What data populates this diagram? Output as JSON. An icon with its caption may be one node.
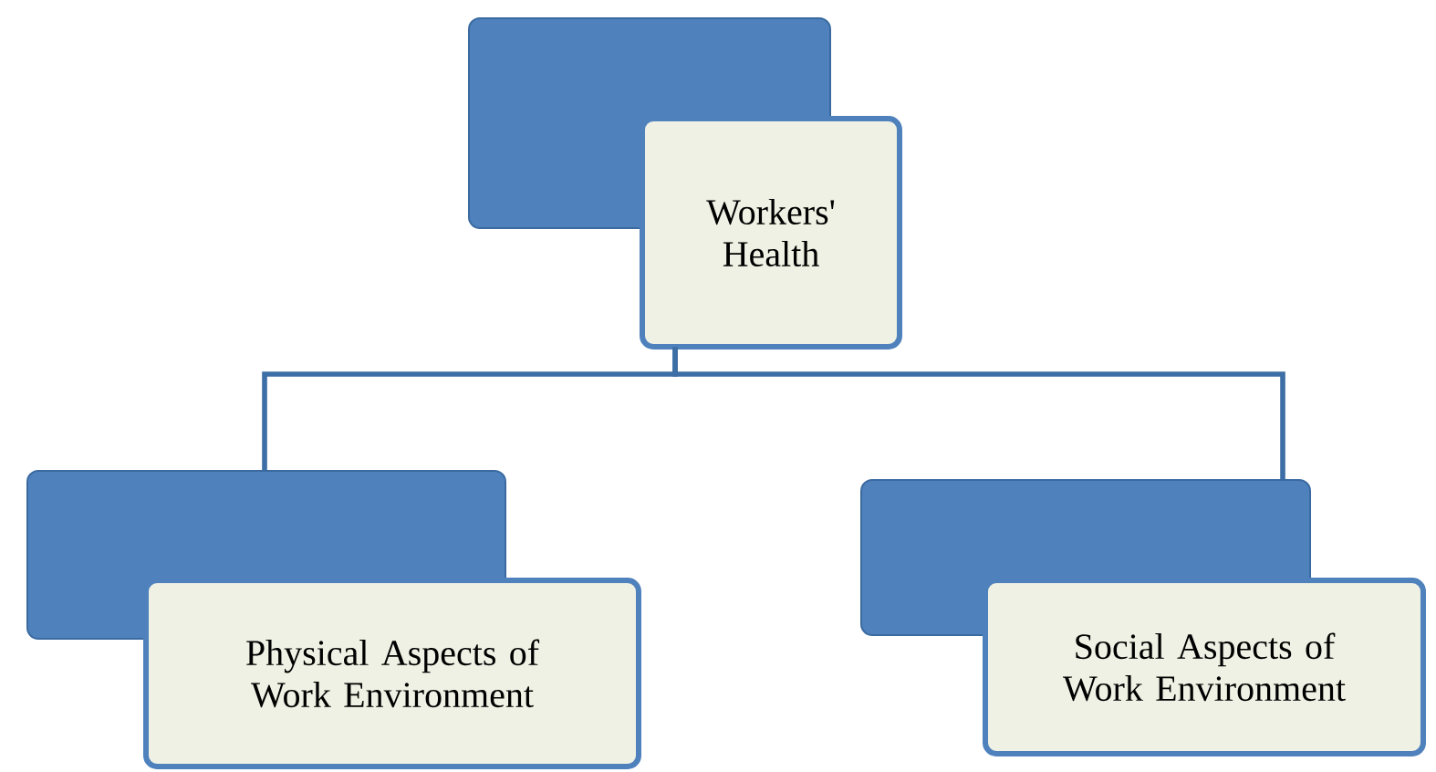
{
  "diagram": {
    "nodes": [
      {
        "text": [],
        "shape": "box"
      },
      {
        "text": [
          "Workers' Health"
        ]
      },
      {
        "text": [],
        "shape": "box"
      },
      {
        "text": [
          "Physical Aspects of Work Environment"
        ]
      },
      {
        "text": [],
        "shape": "box"
      },
      {
        "text": [
          "Social Aspects of Work Environment"
        ]
      }
    ],
    "edges": [
      {
        "from": 1,
        "to": 2,
        "arrow": "none"
      },
      {
        "from": 1,
        "to": 4,
        "arrow": "none"
      }
    ]
  }
}
